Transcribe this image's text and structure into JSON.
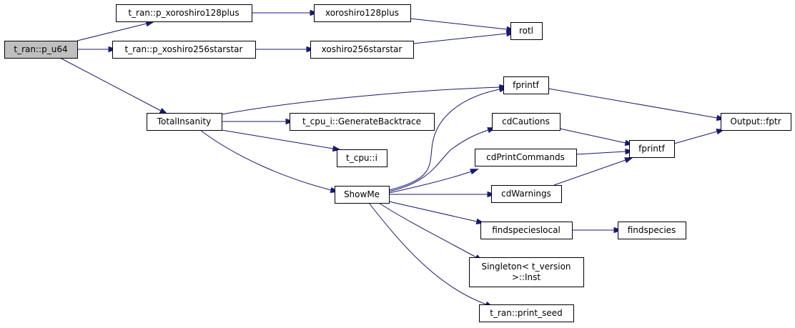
{
  "diagram": {
    "type": "call-graph",
    "edge_color": "#191970",
    "root_fill": "#bfbfbf",
    "nodes": [
      {
        "id": "p_u64",
        "label": [
          "t_ran::p_u64"
        ],
        "root": true
      },
      {
        "id": "p_xoroshiro128plus",
        "label": [
          "t_ran::p_xoroshiro128plus"
        ]
      },
      {
        "id": "p_xoshiro256starstar",
        "label": [
          "t_ran::p_xoshiro256starstar"
        ]
      },
      {
        "id": "xoroshiro128plus",
        "label": [
          "xoroshiro128plus"
        ]
      },
      {
        "id": "xoshiro256starstar",
        "label": [
          "xoshiro256starstar"
        ]
      },
      {
        "id": "rotl",
        "label": [
          "rotl"
        ]
      },
      {
        "id": "TotalInsanity",
        "label": [
          "TotalInsanity"
        ]
      },
      {
        "id": "fprintf1",
        "label": [
          "fprintf"
        ]
      },
      {
        "id": "GenerateBacktrace",
        "label": [
          "t_cpu_i::GenerateBacktrace"
        ]
      },
      {
        "id": "t_cpu_i",
        "label": [
          "t_cpu::i"
        ]
      },
      {
        "id": "ShowMe",
        "label": [
          "ShowMe"
        ]
      },
      {
        "id": "cdCautions",
        "label": [
          "cdCautions"
        ]
      },
      {
        "id": "cdPrintCommands",
        "label": [
          "cdPrintCommands"
        ]
      },
      {
        "id": "cdWarnings",
        "label": [
          "cdWarnings"
        ]
      },
      {
        "id": "fprintf2",
        "label": [
          "fprintf"
        ]
      },
      {
        "id": "Output_fptr",
        "label": [
          "Output::fptr"
        ]
      },
      {
        "id": "findspecieslocal",
        "label": [
          "findspecieslocal"
        ]
      },
      {
        "id": "findspecies",
        "label": [
          "findspecies"
        ]
      },
      {
        "id": "Singleton_Inst",
        "label": [
          "Singleton< t_version",
          ">::Inst"
        ]
      },
      {
        "id": "print_seed",
        "label": [
          "t_ran::print_seed"
        ]
      }
    ],
    "edges": [
      {
        "from": "p_u64",
        "to": "p_xoroshiro128plus"
      },
      {
        "from": "p_u64",
        "to": "p_xoshiro256starstar"
      },
      {
        "from": "p_u64",
        "to": "TotalInsanity"
      },
      {
        "from": "p_xoroshiro128plus",
        "to": "xoroshiro128plus"
      },
      {
        "from": "p_xoshiro256starstar",
        "to": "xoshiro256starstar"
      },
      {
        "from": "xoroshiro128plus",
        "to": "rotl"
      },
      {
        "from": "xoshiro256starstar",
        "to": "rotl"
      },
      {
        "from": "TotalInsanity",
        "to": "fprintf1"
      },
      {
        "from": "TotalInsanity",
        "to": "GenerateBacktrace"
      },
      {
        "from": "TotalInsanity",
        "to": "t_cpu_i"
      },
      {
        "from": "TotalInsanity",
        "to": "ShowMe"
      },
      {
        "from": "ShowMe",
        "to": "fprintf1"
      },
      {
        "from": "ShowMe",
        "to": "cdCautions"
      },
      {
        "from": "ShowMe",
        "to": "cdPrintCommands"
      },
      {
        "from": "ShowMe",
        "to": "cdWarnings"
      },
      {
        "from": "ShowMe",
        "to": "findspecieslocal"
      },
      {
        "from": "ShowMe",
        "to": "Singleton_Inst"
      },
      {
        "from": "ShowMe",
        "to": "print_seed"
      },
      {
        "from": "fprintf1",
        "to": "Output_fptr"
      },
      {
        "from": "cdCautions",
        "to": "fprintf2"
      },
      {
        "from": "cdPrintCommands",
        "to": "fprintf2"
      },
      {
        "from": "cdWarnings",
        "to": "fprintf2"
      },
      {
        "from": "fprintf2",
        "to": "Output_fptr"
      },
      {
        "from": "findspecieslocal",
        "to": "findspecies"
      }
    ]
  }
}
